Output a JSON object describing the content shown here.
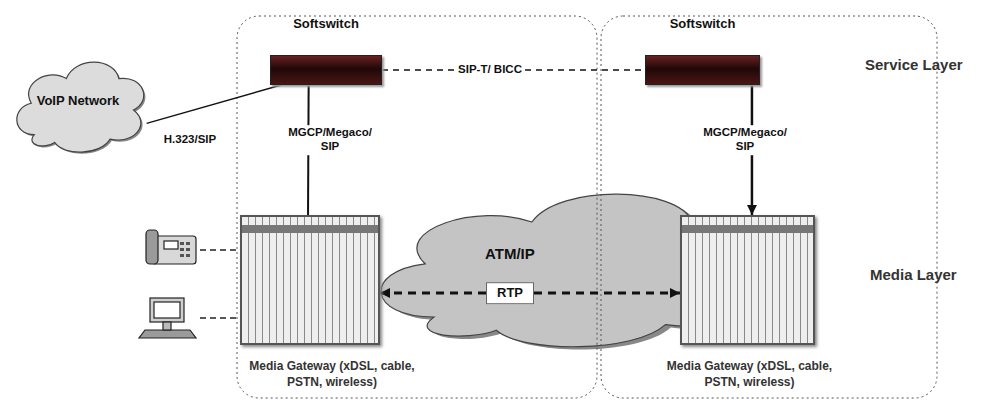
{
  "diagram": {
    "nodes": [
      {
        "text": [
          "VoIP Network"
        ]
      },
      {
        "text": [
          "Softswitch"
        ]
      },
      {
        "text": [
          "Softswitch"
        ]
      },
      {
        "text": [
          "Media Gateway (xDSL, cable, PSTN, wireless)"
        ]
      },
      {
        "text": [
          "Media Gateway (xDSL, cable, PSTN, wireless)"
        ]
      },
      {
        "text": [
          "ATM/IP"
        ]
      }
    ],
    "edges": [
      {
        "from": 0,
        "to": 1,
        "arrow": "none",
        "label": "H.323/SIP"
      },
      {
        "from": 1,
        "to": 2,
        "arrow": "none",
        "label": "SIP-T/ BICC"
      },
      {
        "from": 1,
        "to": 3,
        "arrow": "none",
        "label": "MGCP/Megaco/ SIP"
      },
      {
        "from": 2,
        "to": 4,
        "arrow": "to",
        "label": "MGCP/Megaco/ SIP"
      },
      {
        "from": 3,
        "to": 4,
        "arrow": "both",
        "label": "RTP"
      }
    ],
    "labels": [
      "Service Layer",
      "Media Layer"
    ]
  }
}
